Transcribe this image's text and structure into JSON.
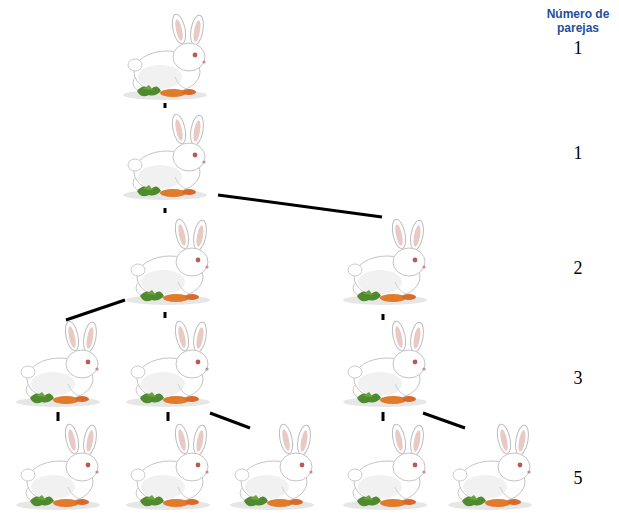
{
  "diagram": {
    "labels": [
      "Número de parejas",
      "1",
      "1",
      "2",
      "3",
      "5"
    ]
  }
}
